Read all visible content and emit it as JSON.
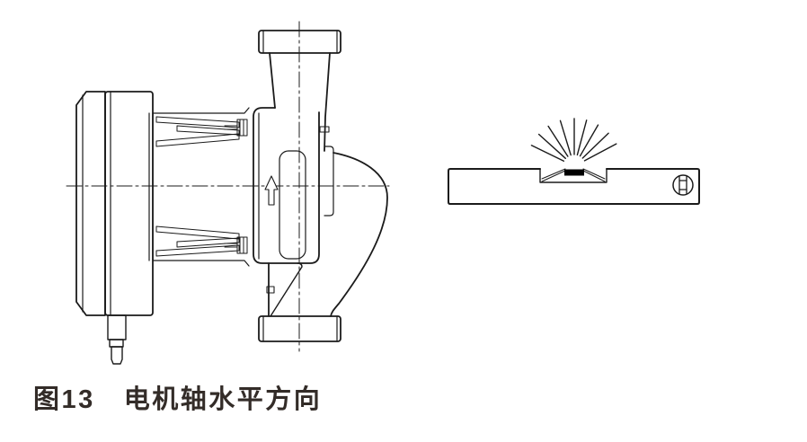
{
  "figure_caption": {
    "number": "图13",
    "title": "电机轴水平方向",
    "full": "图13  电机轴水平方向"
  },
  "icons": {
    "pump_drawing": "pump-side-view",
    "spirit_level_drawing": "spirit-level",
    "flow_arrow": "up-arrow",
    "bubble_window": "level-bubble",
    "light_rays": "shine-rays"
  },
  "colors": {
    "line": "#1b1b1b",
    "caption_text": "#332c28",
    "background": "#ffffff",
    "bubble_fill": "#000000"
  }
}
